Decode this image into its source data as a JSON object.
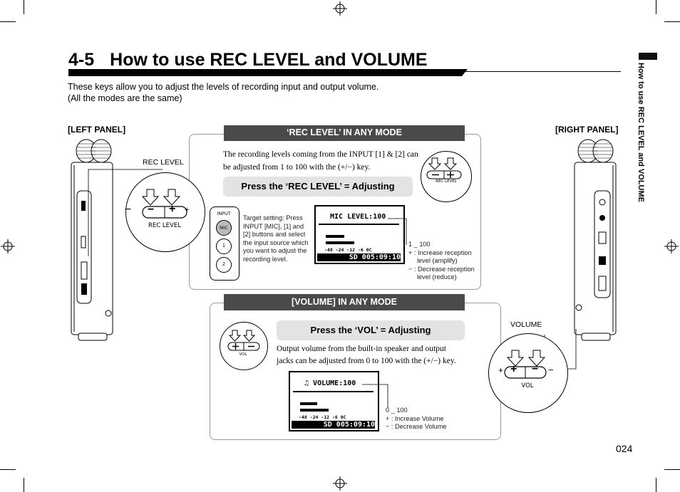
{
  "section": {
    "number": "4-5",
    "title": "How to use REC LEVEL and VOLUME",
    "intro_line1": "These keys allow you to adjust the levels of recording input and output volume.",
    "intro_line2": "(All the modes are the same)"
  },
  "side_tab": {
    "text": "How to use REC LEVEL and VOLUME"
  },
  "left_panel": {
    "label": "[LEFT PANEL]",
    "callout": "REC LEVEL",
    "key_label": "REC LEVEL",
    "minus": "−",
    "plus": "+"
  },
  "right_panel": {
    "label": "[RIGHT PANEL]",
    "callout": "VOLUME",
    "key_label": "VOL",
    "plus": "+",
    "minus": "−"
  },
  "rec_level_box": {
    "header": "‘REC LEVEL’ IN ANY MODE",
    "description": "The recording levels coming from the INPUT [1] & [2] can be adjusted from 1 to 100 with the (+/−) key.",
    "action": "Press the ‘REC LEVEL’ = Adjusting",
    "input_panel": {
      "label": "INPUT",
      "buttons": [
        "MIC",
        "1",
        "2"
      ]
    },
    "target_setting": "Target setting: Press INPUT [MIC], [1] and [2] buttons and select the input source which you want to adjust the recording level.",
    "lcd": {
      "title": "MIC LEVEL:100",
      "scale": "-48   -24  -12 -6  0C",
      "footer": "SD 005:09:10"
    },
    "range": "1 _ 100",
    "plus_note": "+ : Increase reception level (amplify)",
    "minus_note": "− : Decrease reception level (reduce)",
    "key_label": "REC LEVEL"
  },
  "volume_box": {
    "header": "[VOLUME] IN ANY MODE",
    "action": "Press the ‘VOL’ = Adjusting",
    "description": "Output volume from the built-in speaker and output jacks can be adjusted from 0 to 100 with the (+/−) key.",
    "lcd": {
      "title": "VOLUME:100",
      "scale": "-48   -24  -12 -6  0C",
      "footer": "SD 005:09:10"
    },
    "range": "0 _ 100",
    "plus_note": "+ :  Increase Volume",
    "minus_note": "− :  Decrease Volume",
    "key_label": "VOL"
  },
  "page_number": "024",
  "colors": {
    "header_bg": "#4a4a4a",
    "pill_bg": "#e3e3e3",
    "box_border": "#999999"
  }
}
